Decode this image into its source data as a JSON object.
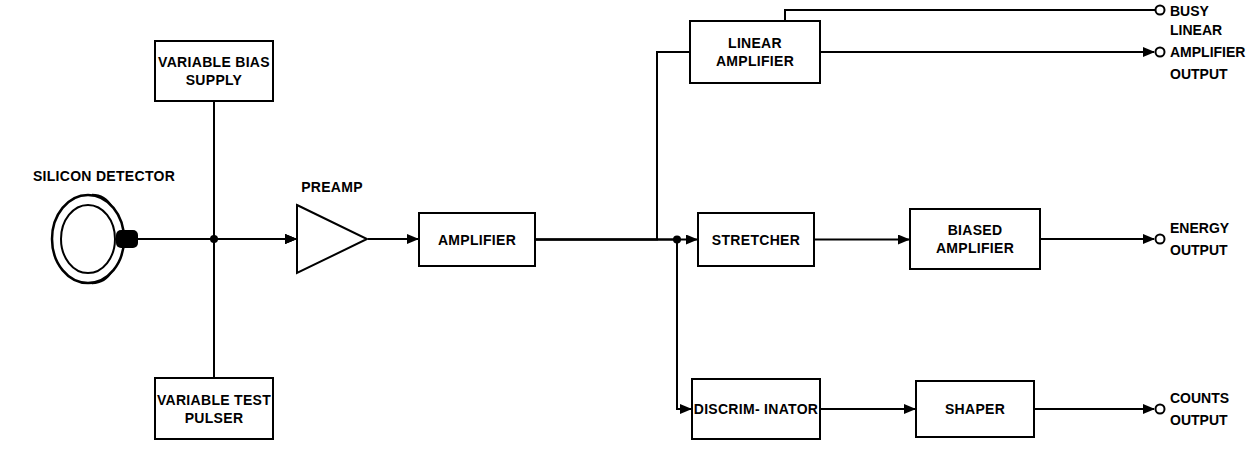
{
  "diagram": {
    "nodes": [
      {
        "text": [
          "SILICON DETECTOR"
        ]
      },
      {
        "text": [
          "VARIABLE BIAS SUPPLY"
        ]
      },
      {
        "text": [
          "VARIABLE TEST PULSER"
        ]
      },
      {
        "text": [
          "PREAMP"
        ]
      },
      {
        "text": [
          "AMPLIFIER"
        ]
      },
      {
        "text": [
          "LINEAR AMPLIFIER"
        ]
      },
      {
        "text": [
          "STRETCHER"
        ]
      },
      {
        "text": [
          "BIASED AMPLIFIER"
        ]
      },
      {
        "text": [
          "DISCRIM- INATOR"
        ]
      },
      {
        "text": [
          "SHAPER"
        ]
      }
    ],
    "edges": [
      {
        "from": 0,
        "to": 3,
        "arrow": "to"
      },
      {
        "from": 1,
        "to": 3,
        "arrow": "to"
      },
      {
        "from": 2,
        "to": 3,
        "arrow": "to"
      },
      {
        "from": 3,
        "to": 4,
        "arrow": "to"
      },
      {
        "from": 4,
        "to": 5,
        "arrow": "none"
      },
      {
        "from": 4,
        "to": 6,
        "arrow": "to"
      },
      {
        "from": 4,
        "to": 8,
        "arrow": "to"
      },
      {
        "from": 6,
        "to": 7,
        "arrow": "to"
      },
      {
        "from": 8,
        "to": 9,
        "arrow": "to"
      }
    ],
    "labels": [
      "BUSY",
      "LINEAR AMPLIFIER OUTPUT",
      "ENERGY OUTPUT",
      "COUNTS OUTPUT"
    ]
  }
}
